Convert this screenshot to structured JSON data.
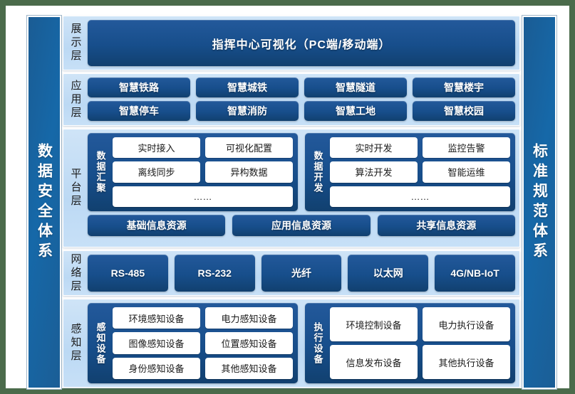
{
  "sidebars": {
    "left": "数据安全体系",
    "right": "标准规范体系"
  },
  "layers": {
    "display": {
      "label": "展示层",
      "banner": "指挥中心可视化（PC端/移动端）"
    },
    "application": {
      "label": "应用层",
      "row1": [
        "智慧铁路",
        "智慧城铁",
        "智慧隧道",
        "智慧楼宇"
      ],
      "row2": [
        "智慧停车",
        "智慧消防",
        "智慧工地",
        "智慧校园"
      ]
    },
    "platform": {
      "label": "平台层",
      "groups": [
        {
          "title": "数据汇聚",
          "row1": [
            "实时接入",
            "可视化配置"
          ],
          "row2": [
            "离线同步",
            "异构数据"
          ],
          "row3": [
            "……"
          ]
        },
        {
          "title": "数据开发",
          "row1": [
            "实时开发",
            "监控告警"
          ],
          "row2": [
            "算法开发",
            "智能运维"
          ],
          "row3": [
            "……"
          ]
        }
      ],
      "resources": [
        "基础信息资源",
        "应用信息资源",
        "共享信息资源"
      ]
    },
    "network": {
      "label": "网络层",
      "items": [
        "RS-485",
        "RS-232",
        "光纤",
        "以太网",
        "4G/NB-IoT"
      ]
    },
    "perception": {
      "label": "感知层",
      "groups": [
        {
          "title": "感知设备",
          "row1": [
            "环境感知设备",
            "电力感知设备"
          ],
          "row2": [
            "图像感知设备",
            "位置感知设备"
          ],
          "row3": [
            "身份感知设备",
            "其他感知设备"
          ]
        },
        {
          "title": "执行设备",
          "row1": [
            "环境控制设备",
            "电力执行设备"
          ],
          "row2": [
            "信息发布设备",
            "其他执行设备"
          ]
        }
      ]
    }
  },
  "colors": {
    "page_background": "#4b6b4b",
    "card_background": "#ffffff",
    "sidebar_blue": "#1668a8",
    "layer_shell_blue": "#c3dcf5",
    "navy_block": "#174e8b",
    "pill_white": "#ffffff"
  }
}
